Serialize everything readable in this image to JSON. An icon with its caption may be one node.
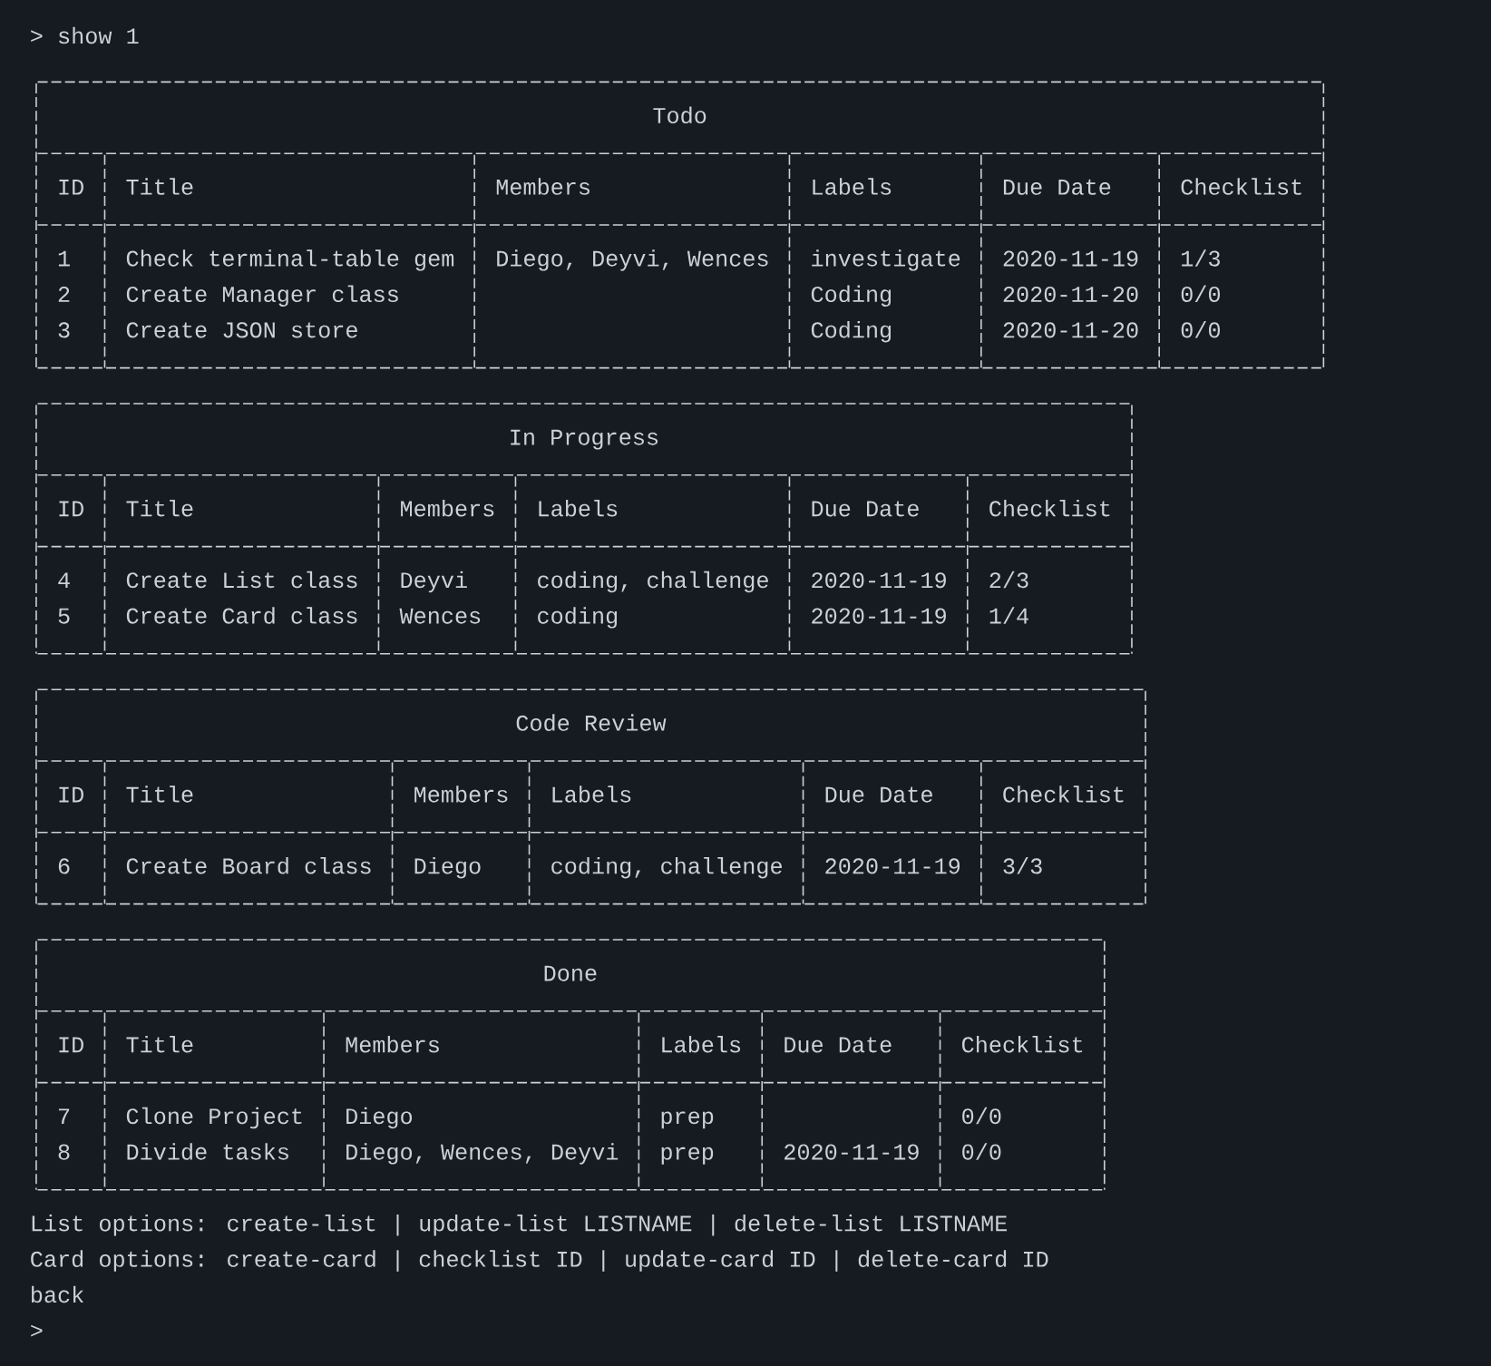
{
  "diagram": {
    "labels": [
      "> show 1",
      "Todo",
      "ID",
      "Title",
      "Members",
      "Labels",
      "Due Date",
      "Checklist",
      "1",
      "Check terminal-table gem",
      "Diego, Deyvi, Wences",
      "investigate",
      "2020-11-19",
      "1/3",
      "2",
      "Create Manager class",
      "Coding",
      "2020-11-20",
      "0/0",
      "3",
      "Create JSON store",
      "Coding",
      "2020-11-20",
      "0/0",
      "In Progress",
      "ID",
      "Title",
      "Members",
      "Labels",
      "Due Date",
      "Checklist",
      "4",
      "Create List class",
      "Deyvi",
      "coding, challenge",
      "2020-11-19",
      "2/3",
      "5",
      "Create Card class",
      "Wences",
      "coding",
      "2020-11-19",
      "1/4",
      "Code Review",
      "ID",
      "Title",
      "Members",
      "Labels",
      "Due Date",
      "Checklist",
      "6",
      "Create Board class",
      "Diego",
      "coding, challenge",
      "2020-11-19",
      "3/3",
      "Done",
      "ID",
      "Title",
      "Members",
      "Labels",
      "Due Date",
      "Checklist",
      "7",
      "Clone Project",
      "Diego",
      "prep",
      "0/0",
      "8",
      "Divide tasks",
      "Diego, Wences, Deyvi",
      "prep",
      "2020-11-19",
      "0/0",
      "List options: create-list | update-list LISTNAME | delete-list LISTNAME",
      "Card options: create-card | checklist ID | update-card ID | delete-card ID",
      "back",
      ">"
    ]
  }
}
